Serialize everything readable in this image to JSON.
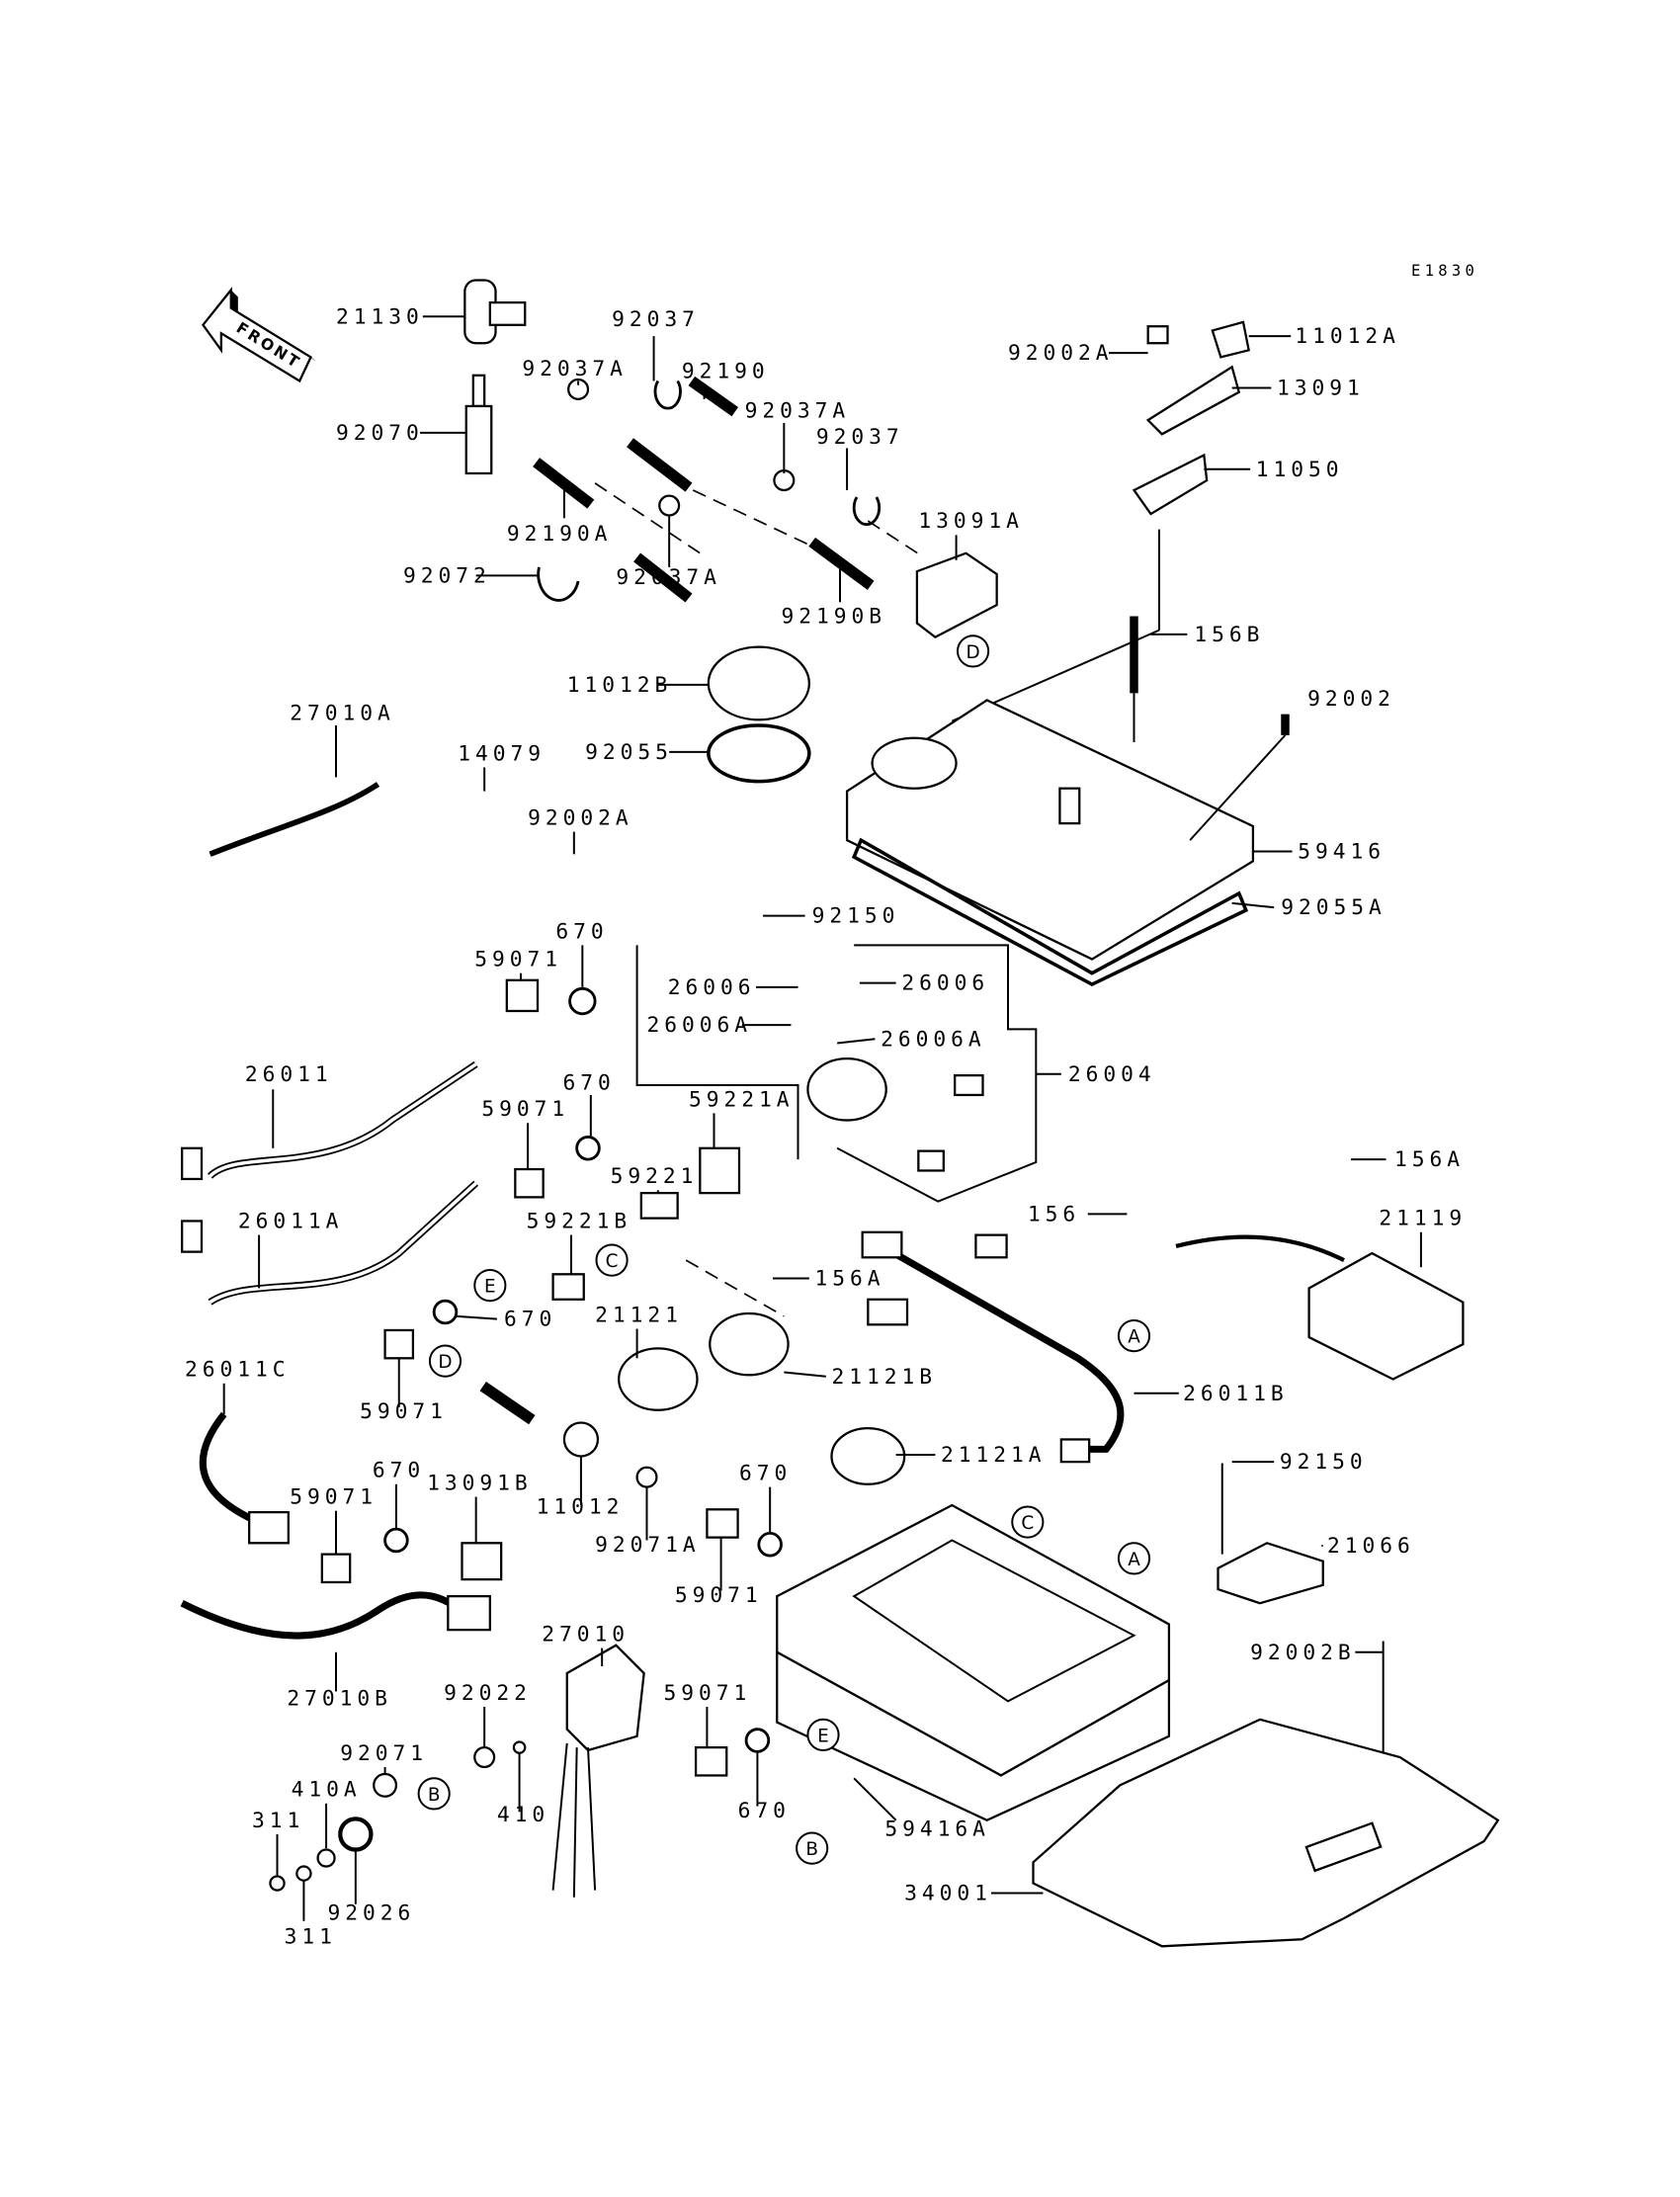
{
  "diagram_ref": "E1830",
  "front_arrow": "FRONT",
  "callouts": [
    "21130",
    "92037",
    "92002A",
    "11012A",
    "92190",
    "92037A",
    "13091",
    "92070",
    "92037A",
    "92037",
    "11050",
    "13091A",
    "92190A",
    "92072",
    "92037A",
    "92190B",
    "156B",
    "11012B",
    "92002",
    "27010A",
    "14079",
    "92055",
    "92002A",
    "59416",
    "92055A",
    "92150",
    "670",
    "59071",
    "26006",
    "26006",
    "26006A",
    "26006A",
    "26004",
    "26011",
    "670",
    "59071",
    "59221A",
    "59221",
    "156A",
    "156",
    "21119",
    "26011A",
    "59221B",
    "156A",
    "21121",
    "670",
    "21121B",
    "26011C",
    "26011B",
    "59071",
    "21121A",
    "92150",
    "670",
    "670",
    "59071",
    "13091B",
    "11012",
    "92071A",
    "21066",
    "59071",
    "27010",
    "92002B",
    "27010B",
    "92022",
    "59071",
    "92071",
    "410A",
    "670",
    "410",
    "311",
    "59416A",
    "34001",
    "92026",
    "311"
  ],
  "reference_circles": [
    "D",
    "C",
    "E",
    "A",
    "D",
    "C",
    "A",
    "E",
    "B",
    "B"
  ]
}
